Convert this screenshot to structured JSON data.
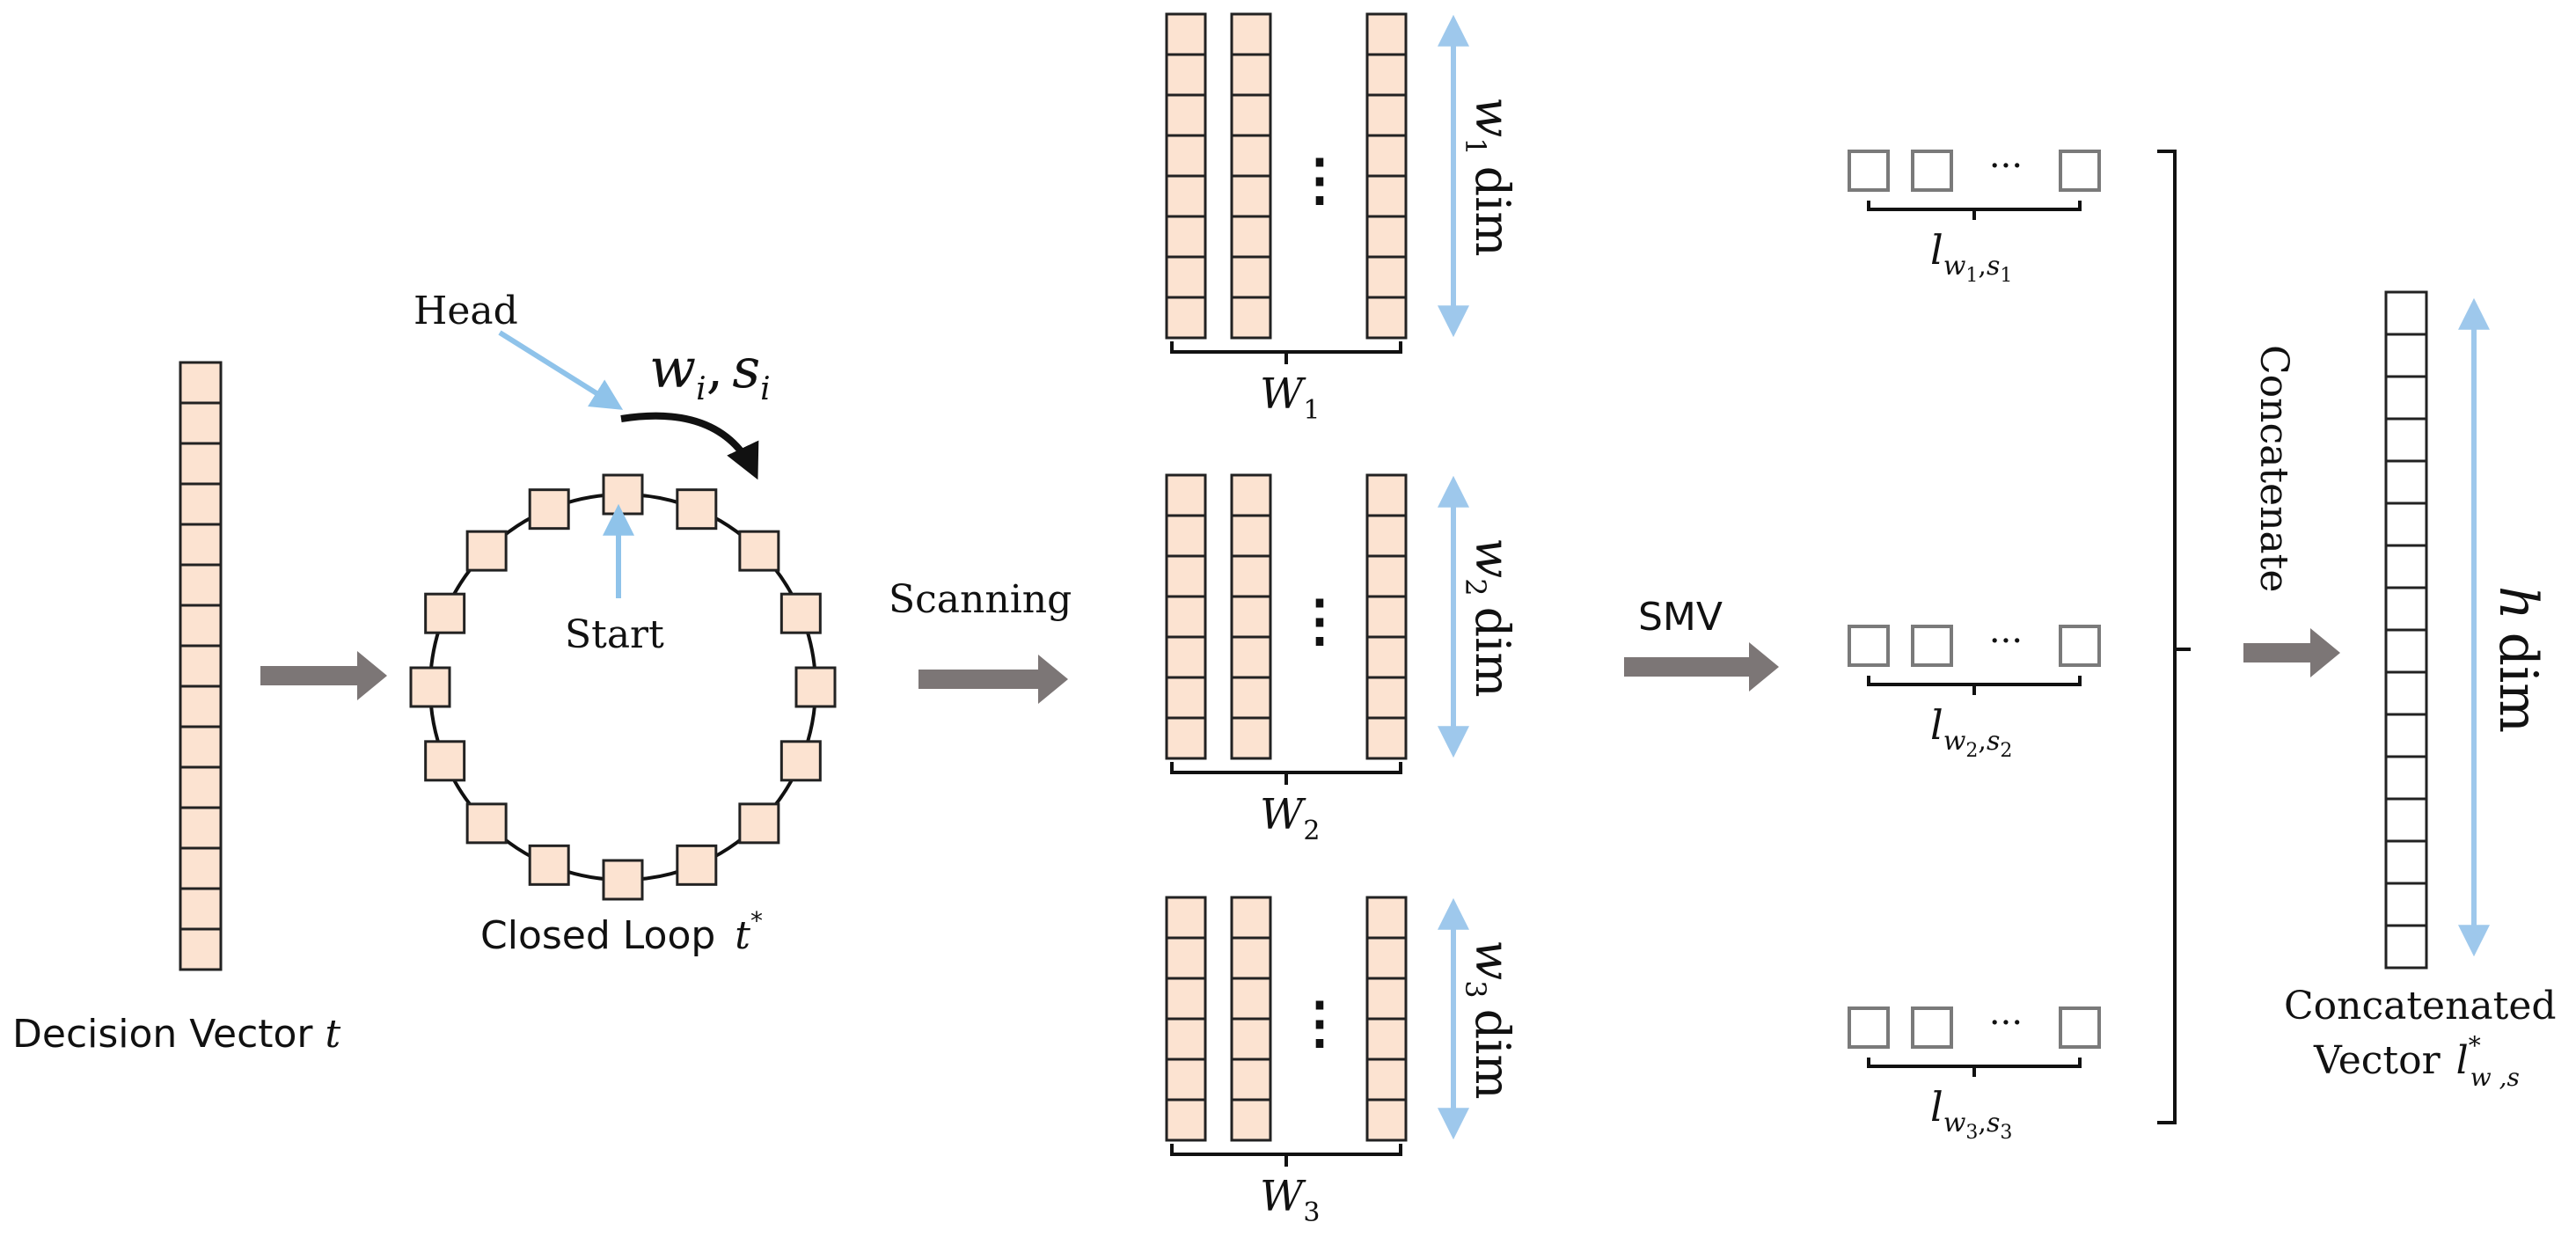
{
  "colors": {
    "cell_fill": "#fce3d1",
    "cell_stroke": "#222222",
    "process_arrow": "#7c7676",
    "dim_arrow": "#9ec8ec",
    "pointer_arrow": "#8fc3ea",
    "box_stroke": "#7a7a7a",
    "concat_cell_fill": "#ffffff"
  },
  "decision_vector": {
    "label": "Decision Vector",
    "symbol": "t",
    "cell_count": 15
  },
  "closed_loop": {
    "label": "Closed Loop",
    "symbol": "t",
    "superscript": "*",
    "head_label": "Head",
    "start_label": "Start",
    "param_w": "w",
    "param_w_sub": "i",
    "param_sep": ",",
    "param_s": "s",
    "param_s_sub": "i",
    "cell_count": 16
  },
  "scanning_label": "Scanning",
  "smv_label": "SMV",
  "concatenate_label": "Concatenate",
  "windows": [
    {
      "name": "W",
      "sub": "1",
      "dim_symbol": "w",
      "dim_sub": "1",
      "dim_word": "dim",
      "rows": 8,
      "ellipsis": "⋮"
    },
    {
      "name": "W",
      "sub": "2",
      "dim_symbol": "w",
      "dim_sub": "2",
      "dim_word": "dim",
      "rows": 7,
      "ellipsis": "⋮"
    },
    {
      "name": "W",
      "sub": "3",
      "dim_symbol": "w",
      "dim_sub": "3",
      "dim_word": "dim",
      "rows": 6,
      "ellipsis": "⋮"
    }
  ],
  "smv_outputs": [
    {
      "symbol": "l",
      "sub_w": "w",
      "sub_w_index": "1",
      "sub_sep": ",",
      "sub_s": "s",
      "sub_s_index": "1",
      "ellipsis": "···"
    },
    {
      "symbol": "l",
      "sub_w": "w",
      "sub_w_index": "2",
      "sub_sep": ",",
      "sub_s": "s",
      "sub_s_index": "2",
      "ellipsis": "···"
    },
    {
      "symbol": "l",
      "sub_w": "w",
      "sub_w_index": "3",
      "sub_sep": ",",
      "sub_s": "s",
      "sub_s_index": "3",
      "ellipsis": "···"
    }
  ],
  "concatenated": {
    "label_line1": "Concatenated",
    "label_line2": "Vector",
    "symbol": "l",
    "superscript": "*",
    "subscript": "w ,s",
    "dim_symbol": "h",
    "dim_word": "dim",
    "cell_count": 16
  }
}
